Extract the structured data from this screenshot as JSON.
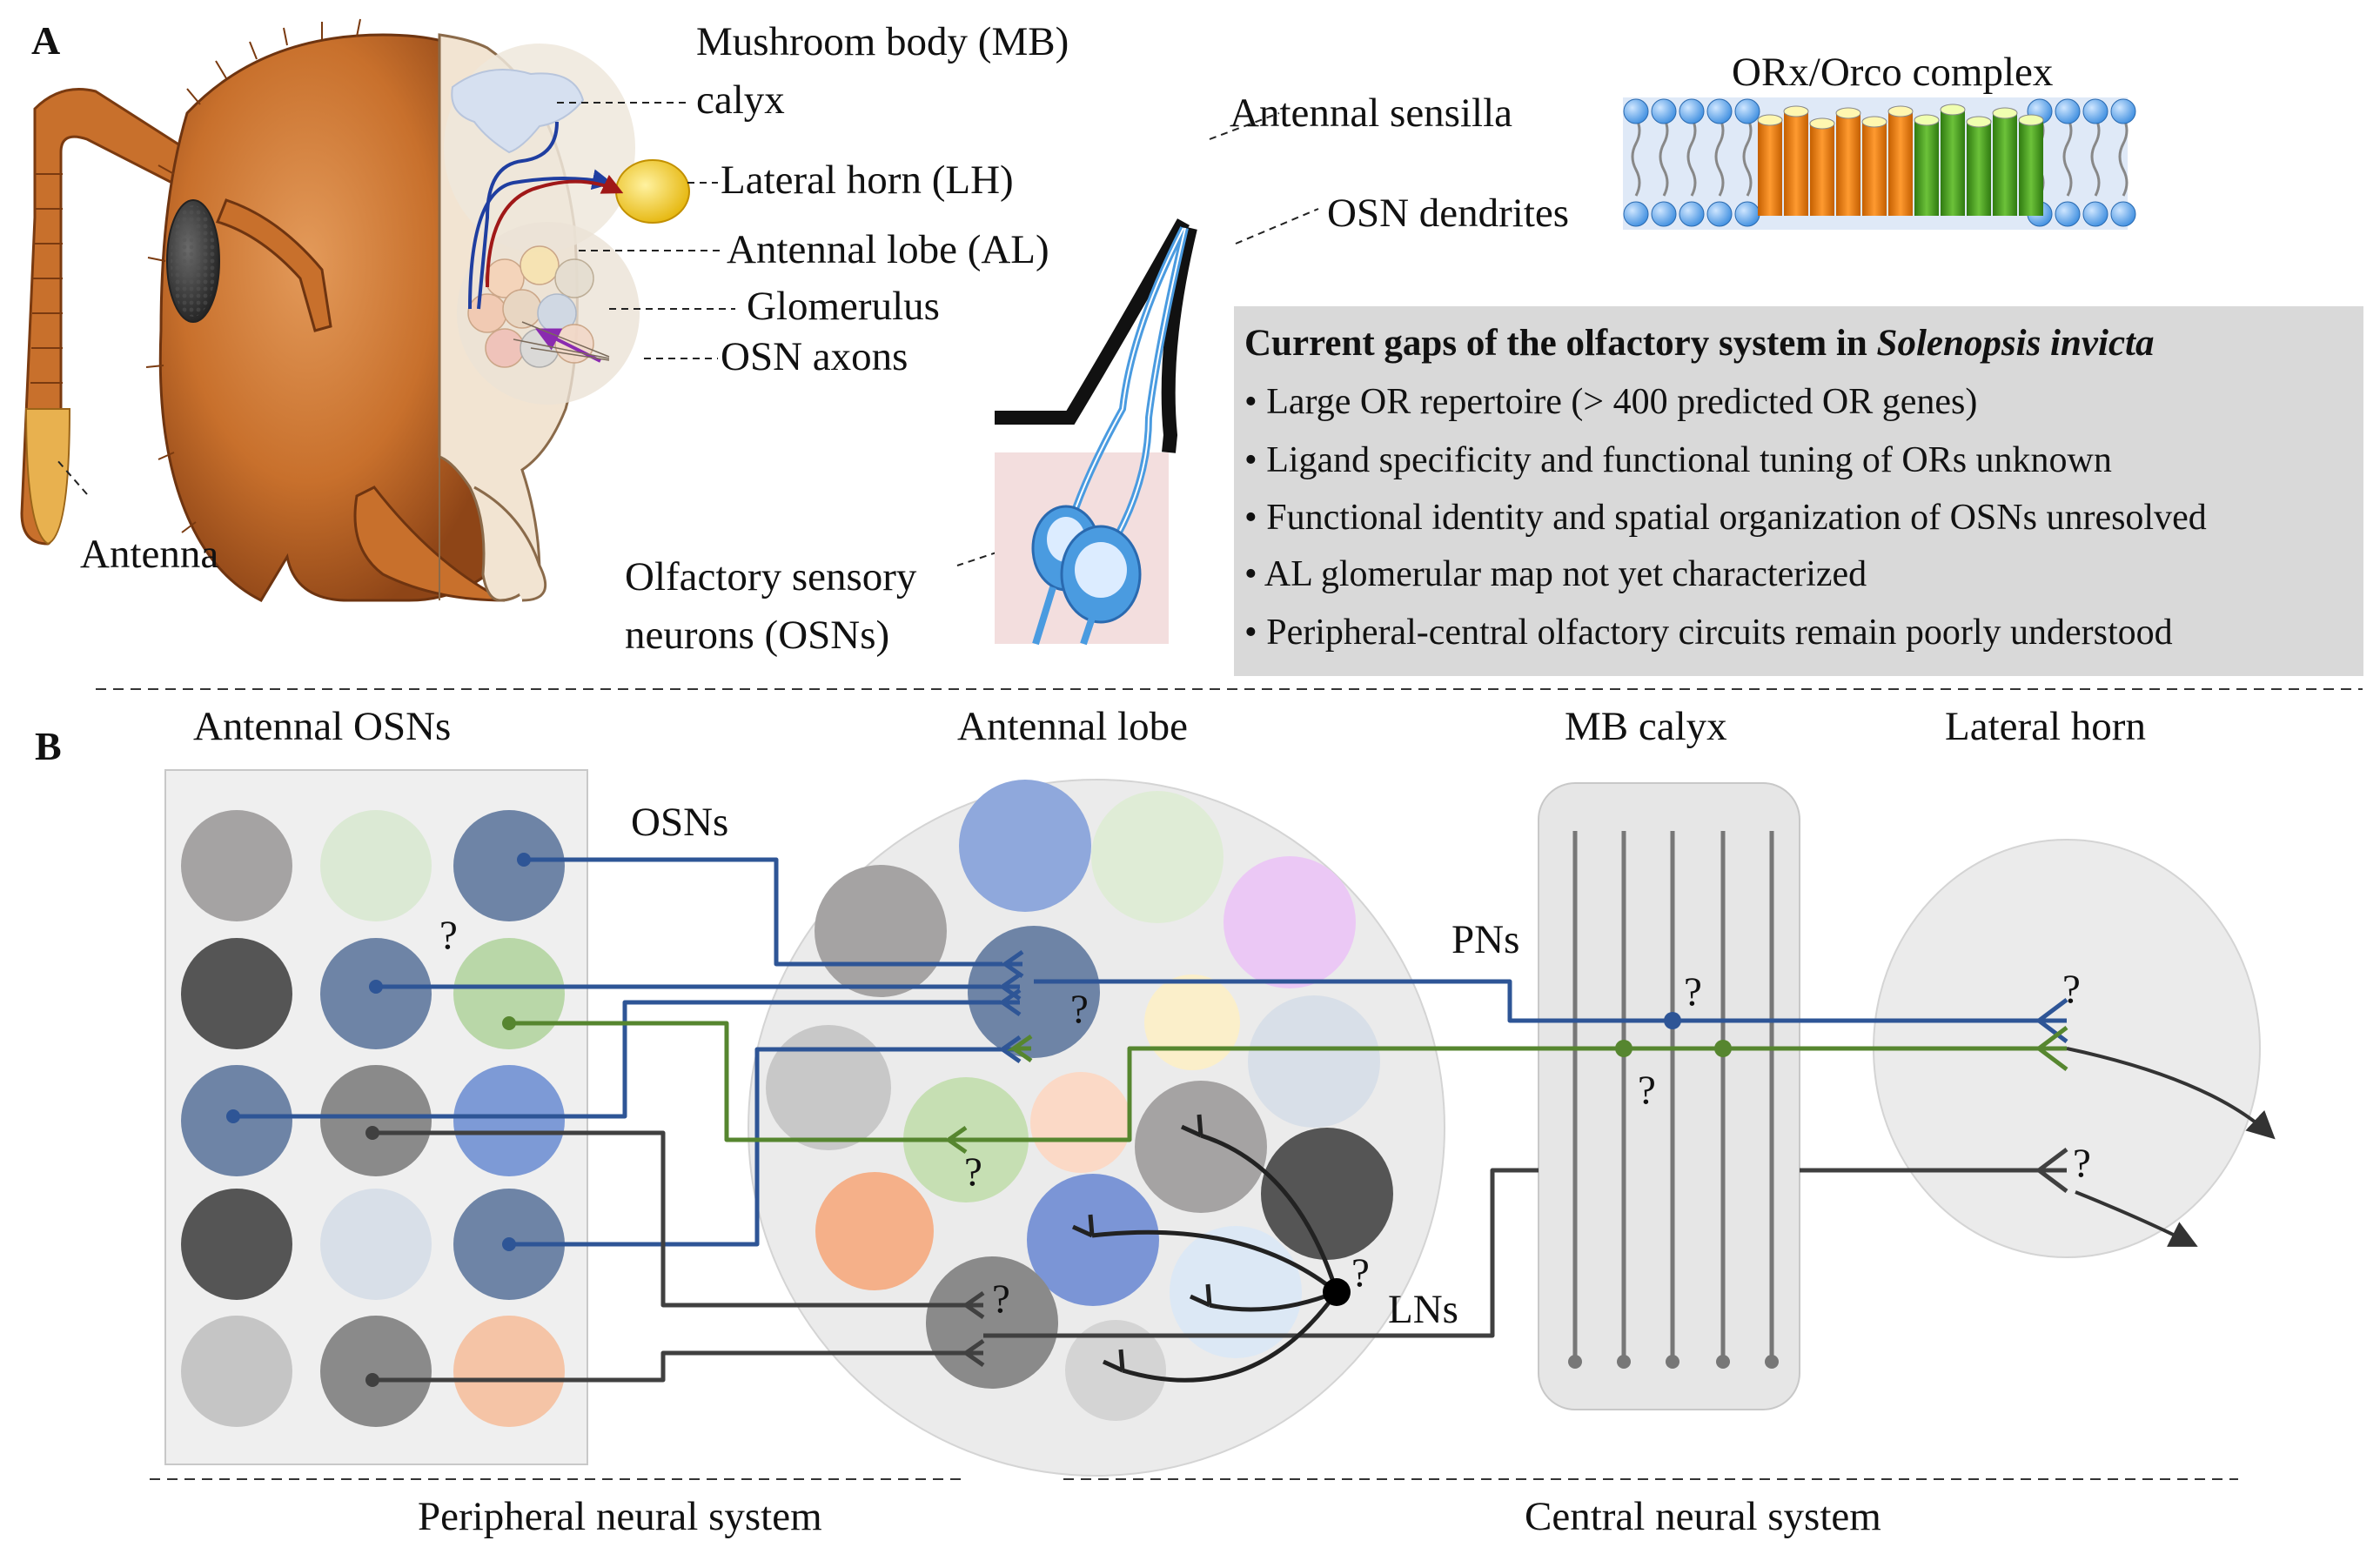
{
  "panel_a": {
    "letter": "A",
    "labels": {
      "mushroom_body": "Mushroom body (MB)",
      "calyx": "calyx",
      "lateral_horn": "Lateral horn (LH)",
      "antennal_lobe": "Antennal lobe (AL)",
      "glomerulus": "Glomerulus",
      "osn_axons": "OSN axons",
      "antenna": "Antenna",
      "antennal_sensilla": "Antennal sensilla",
      "osn_dendrites": "OSN dendrites",
      "osns_line1": "Olfactory sensory",
      "osns_line2": "neurons (OSNs)",
      "complex": "ORx/Orco complex"
    },
    "gaps": {
      "title_prefix": "Current gaps of the olfactory system in ",
      "title_species": "Solenopsis invicta",
      "items": [
        "• Large OR repertoire (> 400 predicted OR genes)",
        "• Ligand specificity and functional tuning of ORs unknown",
        "• Functional identity and spatial organization of OSNs unresolved",
        "• AL glomerular map not yet characterized",
        "• Peripheral-central olfactory circuits remain poorly understood"
      ]
    }
  },
  "panel_b": {
    "letter": "B",
    "headers": {
      "osns": "Antennal OSNs",
      "al": "Antennal lobe",
      "mb": "MB calyx",
      "lh": "Lateral horn"
    },
    "line_labels": {
      "osns": "OSNs",
      "pns": "PNs",
      "lns": "LNs"
    },
    "question": "?",
    "footer": {
      "peripheral": "Peripheral neural system",
      "central": "Central neural system"
    }
  },
  "colors": {
    "blue_path": "#2e5596",
    "green_path": "#56862f",
    "dark_path": "#404040",
    "gap_box": "#d9d9d9",
    "ant_head": "#c8702c",
    "orange_receptor": "#f08a1c",
    "green_receptor": "#4fa21e"
  }
}
